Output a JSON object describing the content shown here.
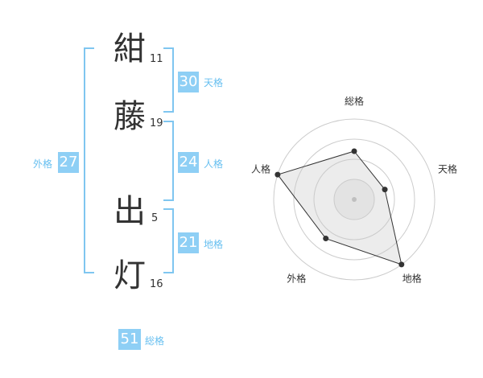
{
  "name": {
    "chars": [
      {
        "char": "紺",
        "strokes": "11"
      },
      {
        "char": "藤",
        "strokes": "19"
      },
      {
        "char": "出",
        "strokes": "5"
      },
      {
        "char": "灯",
        "strokes": "16"
      }
    ]
  },
  "fortune": {
    "tenkaku": {
      "value": "30",
      "label": "天格"
    },
    "jinkaku": {
      "value": "24",
      "label": "人格"
    },
    "chikaku": {
      "value": "21",
      "label": "地格"
    },
    "gaikaku": {
      "value": "27",
      "label": "外格"
    },
    "soukaku": {
      "value": "51",
      "label": "総格"
    }
  },
  "colors": {
    "accent": "#8ecff5",
    "label": "#66bff0",
    "bracket": "#7fc6f0"
  },
  "chart_data": {
    "type": "radar",
    "axes": [
      "総格",
      "天格",
      "地格",
      "外格",
      "人格"
    ],
    "values": [
      3,
      2,
      5,
      3,
      5
    ],
    "max": 5,
    "rings": 4
  }
}
